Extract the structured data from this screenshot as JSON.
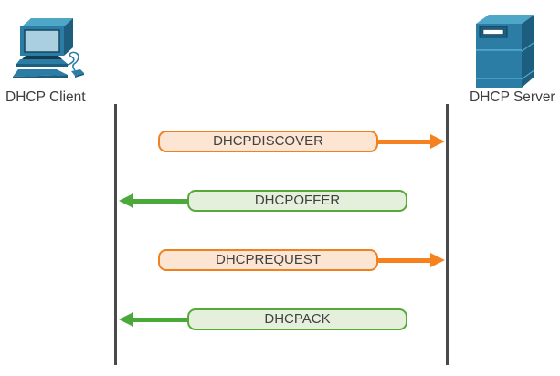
{
  "client": {
    "label": "DHCP Client",
    "icon": "desktop-computer-icon"
  },
  "server": {
    "label": "DHCP Server",
    "icon": "server-tower-icon"
  },
  "messages": [
    {
      "label": "DHCPDISCOVER",
      "direction": "client-to-server",
      "border_color": "#F0811F",
      "fill_color": "#FCE5D2",
      "arrow_color": "#F5821F"
    },
    {
      "label": "DHCPOFFER",
      "direction": "server-to-client",
      "border_color": "#56A839",
      "fill_color": "#E5F0DC",
      "arrow_color": "#4AA93A"
    },
    {
      "label": "DHCPREQUEST",
      "direction": "client-to-server",
      "border_color": "#F0811F",
      "fill_color": "#FCE5D2",
      "arrow_color": "#F5821F"
    },
    {
      "label": "DHCPACK",
      "direction": "server-to-client",
      "border_color": "#56A839",
      "fill_color": "#E5F0DC",
      "arrow_color": "#4AA93A"
    }
  ],
  "lifelines": {
    "color": "#4A4A4A"
  },
  "text": {
    "label_color": "#3E3E3E",
    "message_color": "#414141"
  },
  "icon_colors": {
    "main": "#2B7DA5",
    "dark": "#1D5E7E",
    "top": "#4FA7C8",
    "screen": "#A9CFE0",
    "navy": "#143C50",
    "slot": "#FFFFFF"
  }
}
